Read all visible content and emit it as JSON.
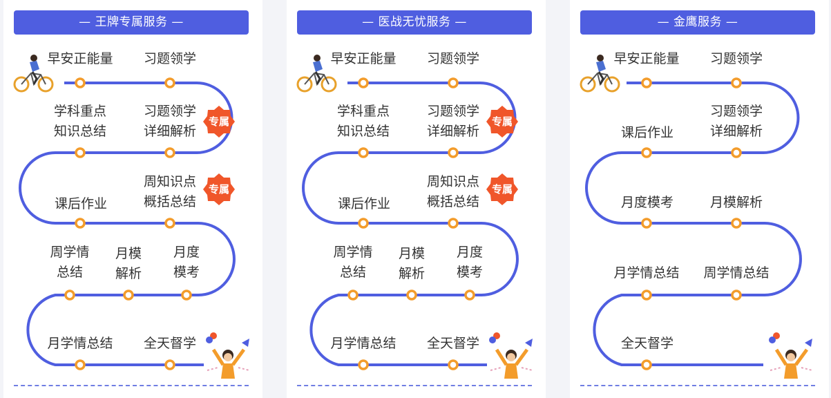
{
  "colors": {
    "accent": "#4f5ee0",
    "node_ring": "#f39c2b",
    "badge": "#f0562a",
    "text": "#333333"
  },
  "badge_label": "专属",
  "cards": [
    {
      "title": "— 王牌专属服务 —",
      "rows": [
        [
          "早安正能量",
          "习题领学"
        ],
        [
          "学科重点\n知识总结",
          "习题领学\n详细解析"
        ],
        [
          "课后作业",
          "周知识点\n概括总结"
        ],
        [
          "周学情\n总结",
          "月模\n解析",
          "月度\n模考"
        ],
        [
          "月学情总结",
          "全天督学"
        ]
      ]
    },
    {
      "title": "— 医战无忧服务 —",
      "rows": [
        [
          "早安正能量",
          "习题领学"
        ],
        [
          "学科重点\n知识总结",
          "习题领学\n详细解析"
        ],
        [
          "课后作业",
          "周知识点\n概括总结"
        ],
        [
          "周学情\n总结",
          "月模\n解析",
          "月度\n模考"
        ],
        [
          "月学情总结",
          "全天督学"
        ]
      ]
    },
    {
      "title": "— 金鹰服务 —",
      "rows": [
        [
          "早安正能量",
          "习题领学"
        ],
        [
          "课后作业",
          "习题领学\n详细解析"
        ],
        [
          "月度模考",
          "月模解析"
        ],
        [
          "月学情总结",
          "周学情总结"
        ],
        [
          "全天督学"
        ]
      ]
    }
  ]
}
